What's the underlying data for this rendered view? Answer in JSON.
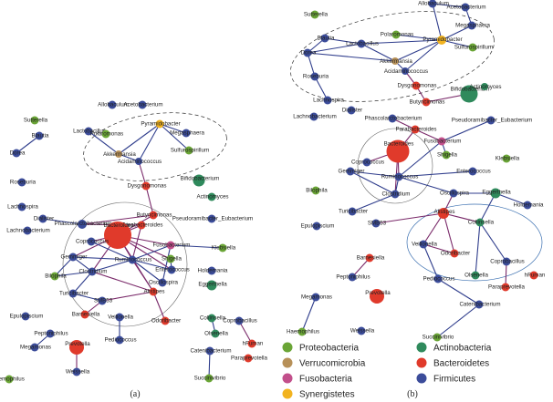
{
  "panels": [
    {
      "label": "(a)",
      "nodes": [
        {
          "id": "Sutterella",
          "p": "Proteobacteria"
        },
        {
          "id": "Blautia",
          "p": "Firmicutes"
        },
        {
          "id": "Dorea",
          "p": "Firmicutes"
        },
        {
          "id": "Roseburia",
          "p": "Firmicutes"
        },
        {
          "id": "Lachnospira",
          "p": "Firmicutes"
        },
        {
          "id": "Lachnobacterium",
          "p": "Firmicutes"
        },
        {
          "id": "Lactobacillus",
          "p": "Firmicutes"
        },
        {
          "id": "Allobaculum",
          "p": "Firmicutes"
        },
        {
          "id": "Acetobacterium",
          "p": "Firmicutes"
        },
        {
          "id": "Polaromonas",
          "p": "Proteobacteria"
        },
        {
          "id": "Megasphaera",
          "p": "Firmicutes"
        },
        {
          "id": "Pyramidobacter",
          "p": "Synergistetes"
        },
        {
          "id": "Sulfurospirillum",
          "p": "Proteobacteria"
        },
        {
          "id": "Akkermansia",
          "p": "Verrucomicrobia"
        },
        {
          "id": "Acidaminococcus",
          "p": "Firmicutes"
        },
        {
          "id": "Dysgonomonas",
          "p": "Bacteroidetes"
        },
        {
          "id": "Bifidobacterium",
          "p": "Actinobacteria"
        },
        {
          "id": "Actinomyces",
          "p": "Actinobacteria"
        },
        {
          "id": "Butyricimonas",
          "p": "Bacteroidetes"
        },
        {
          "id": "Dialister",
          "p": "Firmicutes"
        },
        {
          "id": "Phascolarctobacterium",
          "p": "Firmicutes"
        },
        {
          "id": "Pseudoramibacter_Eubacterium",
          "p": "Firmicutes"
        },
        {
          "id": "Parabacteroides",
          "p": "Bacteroidetes"
        },
        {
          "id": "Bacteroides",
          "p": "Bacteroidetes"
        },
        {
          "id": "Fusobacterium",
          "p": "Fusobacteria"
        },
        {
          "id": "Coprococcus",
          "p": "Firmicutes"
        },
        {
          "id": "Shigella",
          "p": "Proteobacteria"
        },
        {
          "id": "Klebsiella",
          "p": "Proteobacteria"
        },
        {
          "id": "Gemmiger",
          "p": "Firmicutes"
        },
        {
          "id": "Ruminococcus",
          "p": "Firmicutes"
        },
        {
          "id": "Enterococcus",
          "p": "Firmicutes"
        },
        {
          "id": "Bilophila",
          "p": "Proteobacteria"
        },
        {
          "id": "Clostridium",
          "p": "Firmicutes"
        },
        {
          "id": "Oscillospira",
          "p": "Firmicutes"
        },
        {
          "id": "Holdemania",
          "p": "Firmicutes"
        },
        {
          "id": "Eggerthella",
          "p": "Actinobacteria"
        },
        {
          "id": "Alistipes",
          "p": "Bacteroidetes"
        },
        {
          "id": "Turicibacter",
          "p": "Firmicutes"
        },
        {
          "id": "SMB53",
          "p": "Firmicutes"
        },
        {
          "id": "Epulopiscium",
          "p": "Firmicutes"
        },
        {
          "id": "Barnesiella",
          "p": "Bacteroidetes"
        },
        {
          "id": "Veillonella",
          "p": "Firmicutes"
        },
        {
          "id": "Odoribacter",
          "p": "Bacteroidetes"
        },
        {
          "id": "Collinsella",
          "p": "Actinobacteria"
        },
        {
          "id": "Coprobacillus",
          "p": "Firmicutes"
        },
        {
          "id": "hFuman",
          "p": "Bacteroidetes"
        },
        {
          "id": "Olsenella",
          "p": "Actinobacteria"
        },
        {
          "id": "Peptoniphilus",
          "p": "Firmicutes"
        },
        {
          "id": "Megamonas",
          "p": "Firmicutes"
        },
        {
          "id": "Pediococcus",
          "p": "Firmicutes"
        },
        {
          "id": "Prevotella",
          "p": "Bacteroidetes"
        },
        {
          "id": "Catenibacterium",
          "p": "Firmicutes"
        },
        {
          "id": "Paraprevotella",
          "p": "Bacteroidetes"
        },
        {
          "id": "Weissella",
          "p": "Firmicutes"
        },
        {
          "id": "Succinivibrio",
          "p": "Proteobacteria"
        },
        {
          "id": "aemophilus",
          "p": "Proteobacteria"
        }
      ],
      "edges": [
        [
          "Lactobacillus",
          "Akkermansia"
        ],
        [
          "Akkermansia",
          "Pyramidobacter"
        ],
        [
          "Akkermansia",
          "Acidaminococcus"
        ],
        [
          "Pyramidobacter",
          "Megasphaera"
        ],
        [
          "Pyramidobacter",
          "Acidaminococcus"
        ],
        [
          "Pyramidobacter",
          "Sulfurospirillum"
        ],
        [
          "Acidaminococcus",
          "Dysgonomonas"
        ],
        [
          "Dysgonomonas",
          "Butyricimonas"
        ],
        [
          "Dialister",
          "Phascolarctobacterium"
        ],
        [
          "Phascolarctobacterium",
          "Butyricimonas"
        ],
        [
          "Phascolarctobacterium",
          "Parabacteroides"
        ],
        [
          "Butyricimonas",
          "Bacteroides"
        ],
        [
          "Parabacteroides",
          "Bacteroides"
        ],
        [
          "Parabacteroides",
          "Ruminococcus"
        ],
        [
          "Bacteroides",
          "Fusobacterium"
        ],
        [
          "Bacteroides",
          "Coprococcus"
        ],
        [
          "Bacteroides",
          "Ruminococcus"
        ],
        [
          "Bacteroides",
          "Gemmiger"
        ],
        [
          "Bacteroides",
          "Clostridium"
        ],
        [
          "Bacteroides",
          "Shigella"
        ],
        [
          "Bacteroides",
          "Enterococcus"
        ],
        [
          "Bacteroides",
          "Alistipes"
        ],
        [
          "Fusobacterium",
          "Ruminococcus"
        ],
        [
          "Fusobacterium",
          "Oscillospira"
        ],
        [
          "Fusobacterium",
          "Klebsiella"
        ],
        [
          "Coprococcus",
          "Ruminococcus"
        ],
        [
          "Gemmiger",
          "Clostridium"
        ],
        [
          "Gemmiger",
          "Ruminococcus"
        ],
        [
          "Gemmiger",
          "Bilophila"
        ],
        [
          "Clostridium",
          "Ruminococcus"
        ],
        [
          "Clostridium",
          "Turicibacter"
        ],
        [
          "Clostridium",
          "Alistipes"
        ],
        [
          "Clostridium",
          "Bilophila"
        ],
        [
          "Ruminococcus",
          "Oscillospira"
        ],
        [
          "Ruminococcus",
          "Alistipes"
        ],
        [
          "Ruminococcus",
          "Enterococcus"
        ],
        [
          "Shigella",
          "Enterococcus"
        ],
        [
          "Turicibacter",
          "SMB53"
        ],
        [
          "SMB53",
          "Barnesiella"
        ],
        [
          "SMB53",
          "Alistipes"
        ],
        [
          "Alistipes",
          "Odoribacter"
        ],
        [
          "Veillonella",
          "Pediococcus"
        ],
        [
          "Collinsella",
          "Olsenella"
        ],
        [
          "Coprobacillus",
          "hFuman"
        ],
        [
          "Catenibacterium",
          "Succinivibrio"
        ],
        [
          "Prevotella",
          "Weissella"
        ],
        [
          "Megamonas",
          "Peptoniphilus"
        ],
        [
          "Dorea",
          "Blautia"
        ]
      ]
    },
    {
      "label": "(b)",
      "nodes": [
        {
          "id": "Sutterella",
          "p": "Proteobacteria"
        },
        {
          "id": "Blautia",
          "p": "Firmicutes"
        },
        {
          "id": "Dorea",
          "p": "Firmicutes"
        },
        {
          "id": "Roseburia",
          "p": "Firmicutes"
        },
        {
          "id": "Lachnospira",
          "p": "Firmicutes"
        },
        {
          "id": "Lactobacillus",
          "p": "Firmicutes"
        },
        {
          "id": "Polaromonas",
          "p": "Proteobacteria"
        },
        {
          "id": "Allobaculum",
          "p": "Firmicutes"
        },
        {
          "id": "Acetobacterium",
          "p": "Firmicutes"
        },
        {
          "id": "Megasphaera",
          "p": "Firmicutes"
        },
        {
          "id": "Pyramidobacter",
          "p": "Synergistetes"
        },
        {
          "id": "Sulfurospirillum",
          "p": "Proteobacteria"
        },
        {
          "id": "Akkermansia",
          "p": "Verrucomicrobia"
        },
        {
          "id": "Acidaminococcus",
          "p": "Firmicutes"
        },
        {
          "id": "Dysgonomonas",
          "p": "Bacteroidetes"
        },
        {
          "id": "Bifidobacterium",
          "p": "Actinobacteria"
        },
        {
          "id": "Actinomyces",
          "p": "Actinobacteria"
        },
        {
          "id": "Butyricimonas",
          "p": "Bacteroidetes"
        },
        {
          "id": "Lachnobacterium",
          "p": "Firmicutes"
        },
        {
          "id": "Dialister",
          "p": "Firmicutes"
        },
        {
          "id": "Phascolarctobacterium",
          "p": "Firmicutes"
        },
        {
          "id": "Pseudoramibacter_Eubacterium",
          "p": "Firmicutes"
        },
        {
          "id": "Parabacteroides",
          "p": "Bacteroidetes"
        },
        {
          "id": "Fusobacterium",
          "p": "Fusobacteria"
        },
        {
          "id": "Bacteroides",
          "p": "Bacteroidetes"
        },
        {
          "id": "Shigella",
          "p": "Proteobacteria"
        },
        {
          "id": "Klebsiella",
          "p": "Proteobacteria"
        },
        {
          "id": "Coprococcus",
          "p": "Firmicutes"
        },
        {
          "id": "Gemmiger",
          "p": "Firmicutes"
        },
        {
          "id": "Ruminococcus",
          "p": "Firmicutes"
        },
        {
          "id": "Enterococcus",
          "p": "Firmicutes"
        },
        {
          "id": "Bilophila",
          "p": "Proteobacteria"
        },
        {
          "id": "Clostridium",
          "p": "Firmicutes"
        },
        {
          "id": "Oscillospira",
          "p": "Firmicutes"
        },
        {
          "id": "Eggerthella",
          "p": "Actinobacteria"
        },
        {
          "id": "Holdemania",
          "p": "Firmicutes"
        },
        {
          "id": "Turicibacter",
          "p": "Firmicutes"
        },
        {
          "id": "Alistipes",
          "p": "Bacteroidetes"
        },
        {
          "id": "Epulopiscium",
          "p": "Firmicutes"
        },
        {
          "id": "SMB53",
          "p": "Firmicutes"
        },
        {
          "id": "Collinsella",
          "p": "Actinobacteria"
        },
        {
          "id": "Barnesiella",
          "p": "Bacteroidetes"
        },
        {
          "id": "Veillonella",
          "p": "Firmicutes"
        },
        {
          "id": "Odoribacter",
          "p": "Bacteroidetes"
        },
        {
          "id": "Coprobacillus",
          "p": "Firmicutes"
        },
        {
          "id": "Peptoniphilus",
          "p": "Firmicutes"
        },
        {
          "id": "hFuman",
          "p": "Bacteroidetes"
        },
        {
          "id": "Olsenella",
          "p": "Actinobacteria"
        },
        {
          "id": "Pediococcus",
          "p": "Firmicutes"
        },
        {
          "id": "Paraprevotella",
          "p": "Bacteroidetes"
        },
        {
          "id": "Megamonas",
          "p": "Firmicutes"
        },
        {
          "id": "Prevotella",
          "p": "Bacteroidetes"
        },
        {
          "id": "Catenibacterium",
          "p": "Firmicutes"
        },
        {
          "id": "Haemophilus",
          "p": "Proteobacteria"
        },
        {
          "id": "Weissella",
          "p": "Firmicutes"
        },
        {
          "id": "Succinivibrio",
          "p": "Proteobacteria"
        }
      ],
      "edges": [
        [
          "Blautia",
          "Lactobacillus"
        ],
        [
          "Blautia",
          "Dorea"
        ],
        [
          "Dorea",
          "Lactobacillus"
        ],
        [
          "Dorea",
          "Roseburia"
        ],
        [
          "Dorea",
          "Akkermansia"
        ],
        [
          "Roseburia",
          "Lachnospira"
        ],
        [
          "Lactobacillus",
          "Akkermansia"
        ],
        [
          "Lactobacillus",
          "Pyramidobacter"
        ],
        [
          "Polaromonas",
          "Pyramidobacter"
        ],
        [
          "Allobaculum",
          "Pyramidobacter"
        ],
        [
          "Allobaculum",
          "Acetobacterium"
        ],
        [
          "Acetobacterium",
          "Megasphaera"
        ],
        [
          "Megasphaera",
          "Pyramidobacter"
        ],
        [
          "Pyramidobacter",
          "Sulfurospirillum"
        ],
        [
          "Pyramidobacter",
          "Acidaminococcus"
        ],
        [
          "Pyramidobacter",
          "Akkermansia"
        ],
        [
          "Akkermansia",
          "Acidaminococcus"
        ],
        [
          "Acidaminococcus",
          "Dysgonomonas"
        ],
        [
          "Dysgonomonas",
          "Butyricimonas"
        ],
        [
          "Butyricimonas",
          "Bifidobacterium"
        ],
        [
          "Phascolarctobacterium",
          "Parabacteroides"
        ],
        [
          "Parabacteroides",
          "Bacteroides"
        ],
        [
          "Parabacteroides",
          "Fusobacterium"
        ],
        [
          "Bacteroides",
          "Ruminococcus"
        ],
        [
          "Bacteroides",
          "Coprococcus"
        ],
        [
          "Bacteroides",
          "Clostridium"
        ],
        [
          "Fusobacterium",
          "Ruminococcus"
        ],
        [
          "Fusobacterium",
          "Shigella"
        ],
        [
          "Ruminococcus",
          "Clostridium"
        ],
        [
          "Ruminococcus",
          "Gemmiger"
        ],
        [
          "Ruminococcus",
          "Enterococcus"
        ],
        [
          "Ruminococcus",
          "Oscillospira"
        ],
        [
          "Clostridium",
          "Gemmiger"
        ],
        [
          "Clostridium",
          "Turicibacter"
        ],
        [
          "Oscillospira",
          "Alistipes"
        ],
        [
          "Oscillospira",
          "Eggerthella"
        ],
        [
          "Alistipes",
          "Veillonella"
        ],
        [
          "Alistipes",
          "SMB53"
        ],
        [
          "Alistipes",
          "Odoribacter"
        ],
        [
          "Alistipes",
          "Collinsella"
        ],
        [
          "Eggerthella",
          "Holdemania"
        ],
        [
          "Eggerthella",
          "Collinsella"
        ],
        [
          "Collinsella",
          "Olsenella"
        ],
        [
          "Collinsella",
          "Coprobacillus"
        ],
        [
          "Veillonella",
          "Pediococcus"
        ],
        [
          "Veillonella",
          "Odoribacter"
        ],
        [
          "Coprobacillus",
          "Paraprevotella"
        ],
        [
          "Barnesiella",
          "Peptoniphilus"
        ],
        [
          "Megamonas",
          "Haemophilus"
        ],
        [
          "Catenibacterium",
          "Pediococcus"
        ],
        [
          "Catenibacterium",
          "Succinivibrio"
        ],
        [
          "Pseudoramibacter_Eubacterium",
          "Fusobacterium"
        ]
      ]
    }
  ],
  "legend": [
    {
      "name": "Proteobacteria",
      "color": "#6aa536"
    },
    {
      "name": "Actinobacteria",
      "color": "#2f8a5c"
    },
    {
      "name": "Verrucomicrobia",
      "color": "#b79058"
    },
    {
      "name": "Bacteroidetes",
      "color": "#e03a2b"
    },
    {
      "name": "Fusobacteria",
      "color": "#c24f8b"
    },
    {
      "name": "Firmicutes",
      "color": "#3b4c9a"
    },
    {
      "name": "Synergistetes",
      "color": "#f2b31f"
    }
  ]
}
